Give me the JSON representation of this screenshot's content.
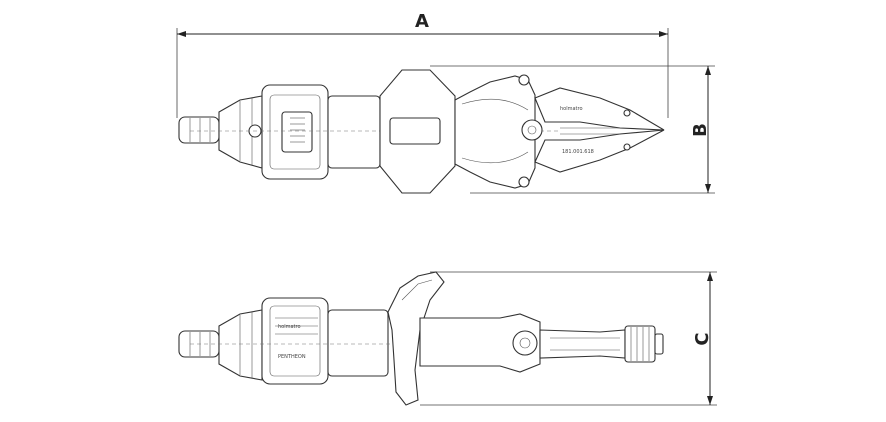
{
  "dimensions": {
    "overall_length": "A",
    "head_height_top_view": "B",
    "height_side_view": "C"
  },
  "markings": {
    "brand_mark": "holmatro",
    "model_mark": "PENTHEON",
    "part_number": "181.001.618"
  }
}
